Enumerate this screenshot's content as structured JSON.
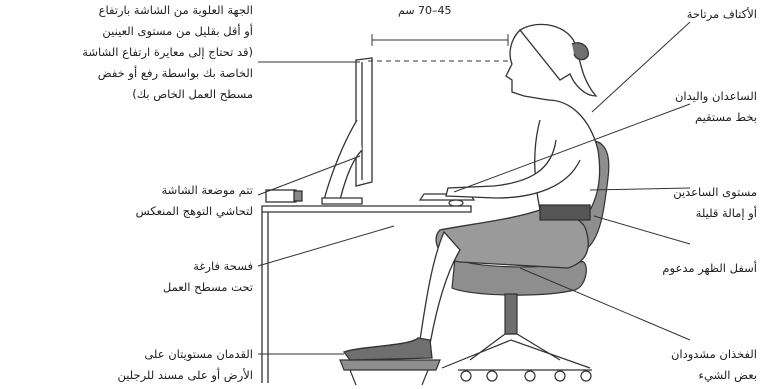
{
  "measurement": "45–70 سم",
  "left_labels": {
    "top_of_screen": [
      "الجهة العلوية من الشاشة بارتفاع",
      "أو أقل بقليل من مستوى العينين",
      "(قد تحتاج إلى معايرة ارتفاع الشاشة",
      "الخاصة بك بواسطة رفع أو خفض",
      "مسطح العمل الخاص بك)"
    ],
    "screen_position": [
      "تتم موضعة الشاشة",
      "لتحاشي التوهج المنعكس"
    ],
    "clearance": [
      "فسحة فارغة",
      "تحت مسطح العمل"
    ],
    "feet": [
      "القدمان مستويتان على",
      "الأرض أو على مسند للرجلين"
    ]
  },
  "right_labels": {
    "shoulders": [
      "الأكتاف مرتاحة"
    ],
    "forearms": [
      "الساعدان واليدان",
      "بخط مستقيم"
    ],
    "forearm_level": [
      "مستوى الساعدين",
      "أو إمالة قليلة"
    ],
    "lower_back": [
      "أسفل الظهر مدعوم"
    ],
    "thighs": [
      "الفخذان مشدودان",
      "بعض الشيء"
    ]
  },
  "colors": {
    "line": "#333333",
    "chair": "#8e8e8e",
    "chair_dark": "#6f6f6f",
    "skirt": "#9a9a9a",
    "skin": "#ffffff"
  }
}
